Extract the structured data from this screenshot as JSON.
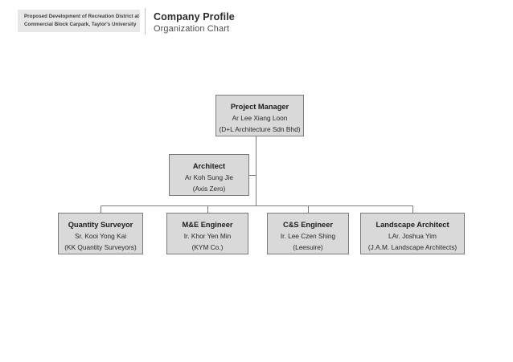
{
  "header": {
    "project_label_line1": "Proposed Development of Recreation District at",
    "project_label_line2": "Commercial Block Carpark, Taylor's University",
    "title": "Company Profile",
    "subtitle": "Organization Chart"
  },
  "colors": {
    "node_fill": "#d9d9d9",
    "node_border": "#7a7a7a",
    "connector": "#7a7a7a",
    "label_background": "#e7e7e7",
    "title_text": "#2b2b2b",
    "page_background": "#ffffff"
  },
  "chart_data": {
    "type": "diagram",
    "title": "Company Profile",
    "subtitle": "Organization Chart",
    "orientation": "top-down",
    "nodes": [
      {
        "id": "project-manager",
        "level": 0,
        "role": "Project Manager",
        "person": "Ar Lee Xiang Loon",
        "company": "(D+L Architecture Sdn Bhd)"
      },
      {
        "id": "architect",
        "level": 1,
        "role": "Architect",
        "person": "Ar Koh Sung Jie",
        "company": "(Axis Zero)"
      },
      {
        "id": "quantity-surveyor",
        "level": 2,
        "role": "Quantity Surveyor",
        "person": "Sr. Kooi Yong Kai",
        "company": "(KK Quantity Surveyors)"
      },
      {
        "id": "me-engineer",
        "level": 2,
        "role": "M&E Engineer",
        "person": "Ir. Khor Yen Min",
        "company": "(KYM Co.)"
      },
      {
        "id": "cs-engineer",
        "level": 2,
        "role": "C&S Engineer",
        "person": "Ir. Lee Czen Shing",
        "company": "(Leesuire)"
      },
      {
        "id": "landscape-architect",
        "level": 2,
        "role": "Landscape Architect",
        "person": "LAr. Joshua Yim",
        "company": "(J.A.M. Landscape Architects)"
      }
    ],
    "edges": [
      {
        "from": "project-manager",
        "to": "architect"
      },
      {
        "from": "project-manager",
        "to": "quantity-surveyor"
      },
      {
        "from": "project-manager",
        "to": "me-engineer"
      },
      {
        "from": "project-manager",
        "to": "cs-engineer"
      },
      {
        "from": "project-manager",
        "to": "landscape-architect"
      }
    ]
  }
}
